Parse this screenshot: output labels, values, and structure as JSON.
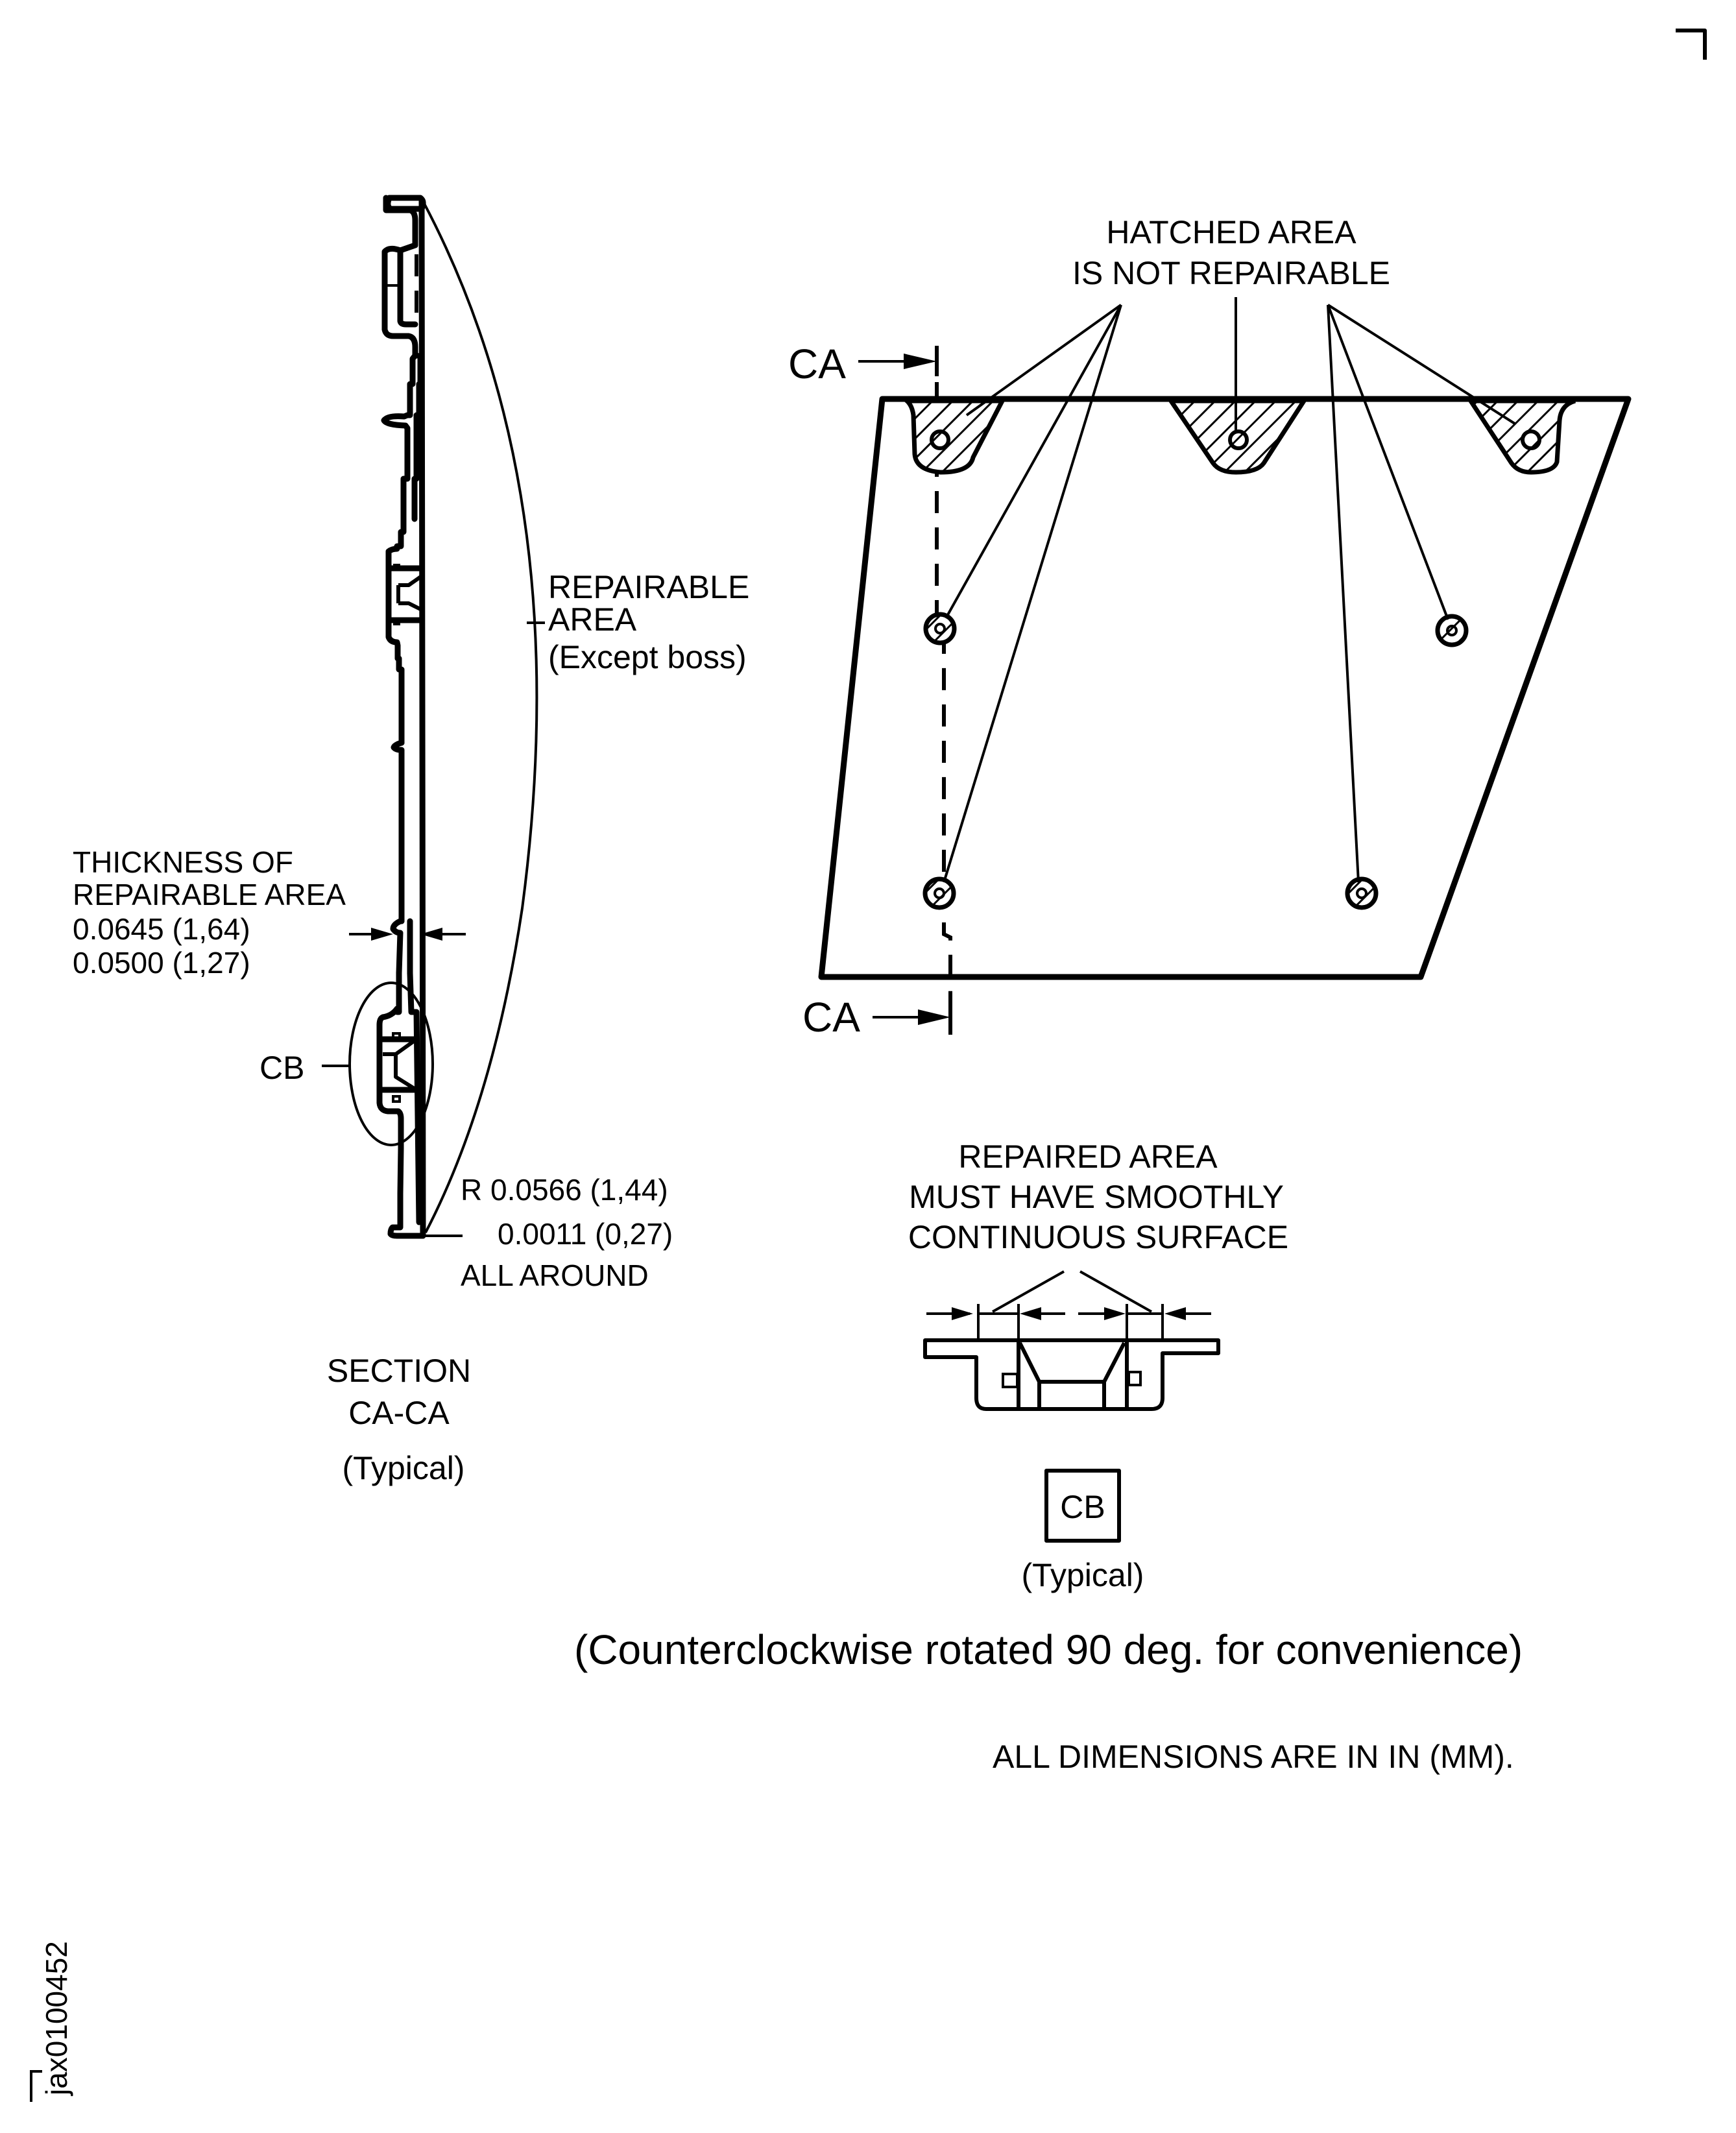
{
  "figure_id": "jax0100452",
  "units_note": "ALL DIMENSIONS ARE IN IN  (MM).",
  "rotation_note": "(Counterclockwise rotated 90 deg. for convenience)",
  "section_view": {
    "title_line1": "SECTION",
    "title_line2": "CA-CA",
    "qualifier": "(Typical)",
    "repairable_label_line1": "REPAIRABLE",
    "repairable_label_line2": "AREA",
    "repairable_label_line3": "(Except boss)",
    "thickness_label_line1": "THICKNESS OF",
    "thickness_label_line2": "REPAIRABLE AREA",
    "thickness_max": "0.0645 (1,64)",
    "thickness_min": "0.0500 (1,27)",
    "radius_line1": "R 0.0566 (1,44)",
    "radius_line2": "0.0011 (0,27)",
    "radius_line3": "ALL AROUND",
    "detail_callout": "CB"
  },
  "plan_view": {
    "hatched_note_line1": "HATCHED AREA",
    "hatched_note_line2": "IS NOT REPAIRABLE",
    "section_marker_top": "CA",
    "section_marker_bottom": "CA"
  },
  "detail_view": {
    "note_line1": "REPAIRED AREA",
    "note_line2": "MUST HAVE SMOOTHLY",
    "note_line3": "CONTINUOUS SURFACE",
    "detail_id": "CB",
    "qualifier": "(Typical)"
  }
}
